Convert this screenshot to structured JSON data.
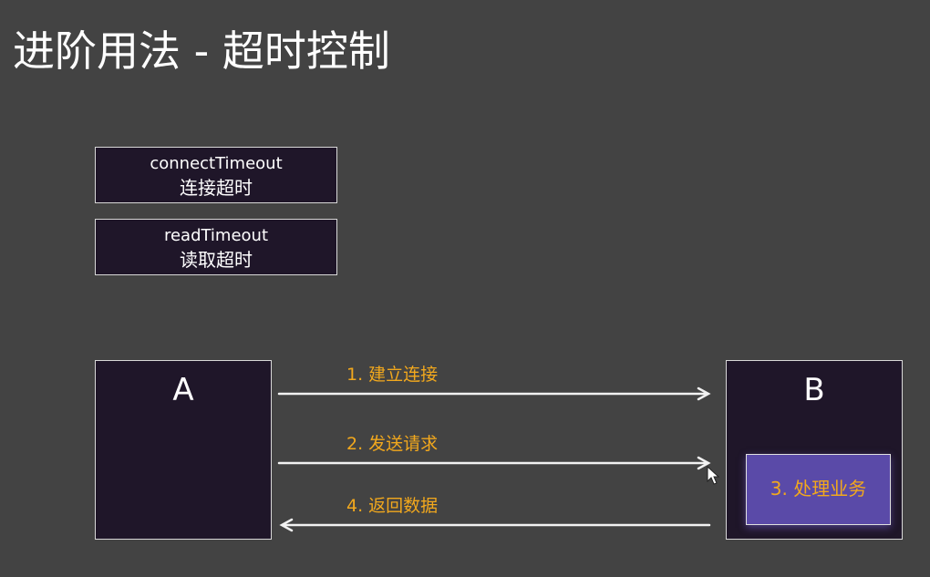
{
  "title": "进阶用法 - 超时控制",
  "timeouts": [
    {
      "name": "connectTimeout",
      "desc": "连接超时"
    },
    {
      "name": "readTimeout",
      "desc": "读取超时"
    }
  ],
  "nodes": {
    "a": "A",
    "b": "B",
    "process": "3. 处理业务"
  },
  "steps": [
    "1. 建立连接",
    "2. 发送请求",
    "4. 返回数据"
  ],
  "colors": {
    "background": "#434343",
    "box": "#1f1629",
    "accent": "#f2a81d",
    "process": "#5a4aa8"
  }
}
